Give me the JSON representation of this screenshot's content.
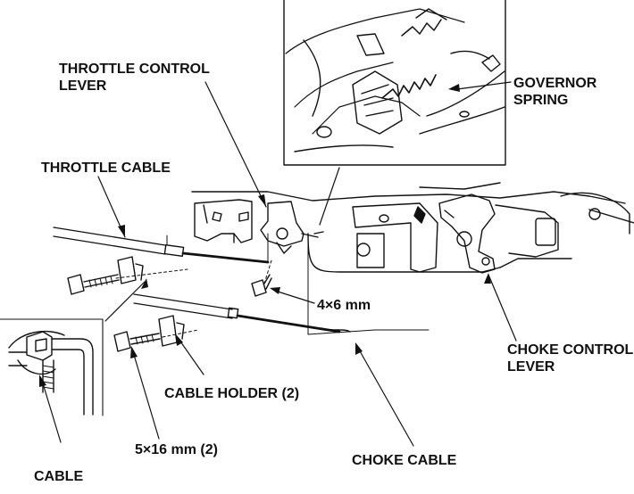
{
  "labels": {
    "throttle_control_lever": [
      "THROTTLE CONTROL",
      "LEVER"
    ],
    "governor_spring": [
      "GOVERNOR",
      "SPRING"
    ],
    "throttle_cable": "THROTTLE CABLE",
    "bolt_4x6": "4×6 mm",
    "choke_control_lever": [
      "CHOKE CONTROL",
      "LEVER"
    ],
    "cable_holder": "CABLE HOLDER (2)",
    "bolt_5x16": "5×16 mm (2)",
    "choke_cable": "CHOKE CABLE",
    "cable": "CABLE"
  },
  "colors": {
    "ink": "#111111",
    "paper": "#ffffff",
    "shade": "#e6e6e6"
  }
}
